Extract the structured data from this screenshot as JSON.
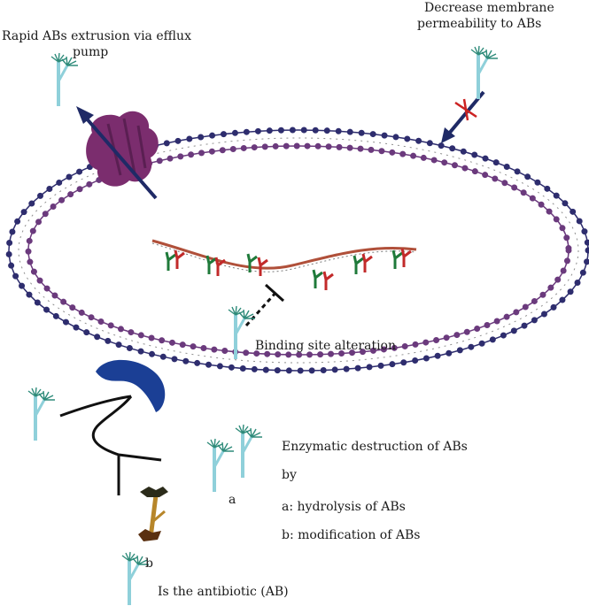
{
  "labels": {
    "efflux_line1": "Rapid ABs extrusion via efflux",
    "efflux_line2": "pump",
    "permeability_line1": "Decrease membrane",
    "permeability_line2": "permeability to ABs",
    "binding": "Binding site alteration",
    "enzymatic_title": "Enzymatic destruction of ABs",
    "enzymatic_by": "by",
    "enzymatic_a": "a: hydrolysis of ABs",
    "enzymatic_b": "b: modification of ABs",
    "marker_a": "a",
    "marker_b": "b",
    "legend": "Is the antibiotic (AB)"
  },
  "colors": {
    "membrane_outer": "#2e2d6e",
    "membrane_inner": "#6b3a7d",
    "efflux_pump": "#7b2d6e",
    "arrow": "#1f2a66",
    "block_x": "#cc2222",
    "antibiotic": "#2e8b7a",
    "antibiotic_stem": "#8fd0da",
    "enzyme": "#1b3f95",
    "dna_strand": "#b0503a",
    "receptor_green": "#1f7a3a",
    "receptor_red": "#c22a2a"
  },
  "icons": [
    "antibiotic-icon",
    "efflux-pump-icon",
    "enzyme-icon",
    "block-x-icon",
    "inhibition-icon"
  ]
}
